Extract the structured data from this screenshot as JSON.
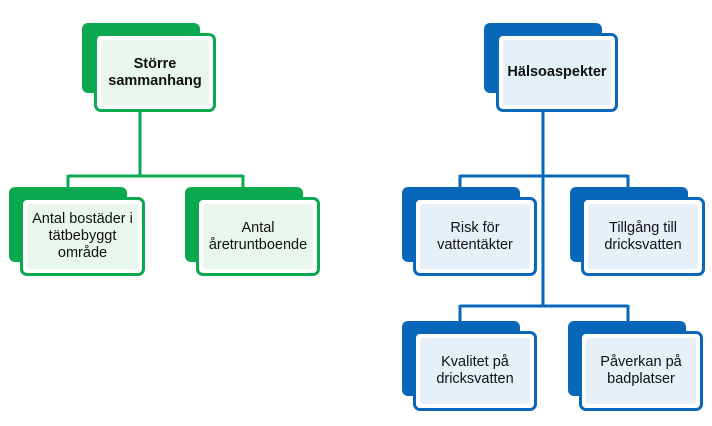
{
  "colors": {
    "green": "#0aa84f",
    "blue": "#0867b8"
  },
  "green_tree": {
    "root": {
      "label": "Större sammanhang"
    },
    "children": [
      {
        "label": "Antal bostäder i tätbebyggt område"
      },
      {
        "label": "Antal åretruntboende"
      }
    ]
  },
  "blue_tree": {
    "root": {
      "label": "Hälsoaspekter"
    },
    "children": [
      {
        "label": "Risk för vattentäkter"
      },
      {
        "label": "Tillgång till dricksvatten"
      },
      {
        "label": "Kvalitet på dricksvatten"
      },
      {
        "label": "Påverkan på badplatser"
      }
    ]
  }
}
